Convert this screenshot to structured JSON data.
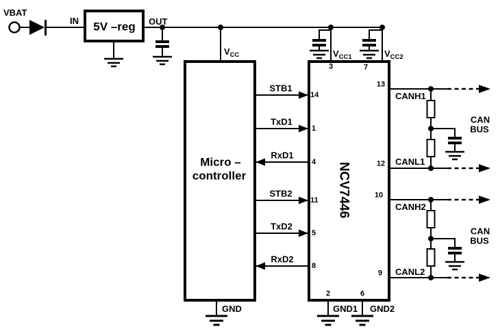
{
  "power": {
    "vbat_label": "VBAT",
    "in_label": "IN",
    "regulator_label": "5V –reg",
    "out_label": "OUT",
    "vcc": {
      "base": "V",
      "sub": "CC"
    },
    "vcc1": {
      "base": "V",
      "sub": "CC1"
    },
    "vcc2": {
      "base": "V",
      "sub": "CC2"
    }
  },
  "microcontroller": {
    "name_line1": "Micro –",
    "name_line2": "controller",
    "gnd_label": "GND"
  },
  "transceiver": {
    "name": "NCV7446",
    "gnd1_label": "GND1",
    "gnd2_label": "GND2",
    "pins": {
      "p14": "14",
      "p1": "1",
      "p4": "4",
      "p11": "11",
      "p5": "5",
      "p8": "8",
      "p3": "3",
      "p7": "7",
      "p2": "2",
      "p6": "6",
      "p13": "13",
      "p12": "12",
      "p10": "10",
      "p9": "9"
    }
  },
  "signals": {
    "stb1": "STB1",
    "txd1": "TxD1",
    "rxd1": "RxD1",
    "stb2": "STB2",
    "txd2": "TxD2",
    "rxd2": "RxD2"
  },
  "can": {
    "canh1": "CANH1",
    "canl1": "CANL1",
    "canh2": "CANH2",
    "canl2": "CANL2",
    "bus1": {
      "line1": "CAN",
      "line2": "BUS"
    },
    "bus2": {
      "line1": "CAN",
      "line2": "BUS"
    }
  },
  "colors": {
    "line": "#000000",
    "background": "#ffffff"
  }
}
